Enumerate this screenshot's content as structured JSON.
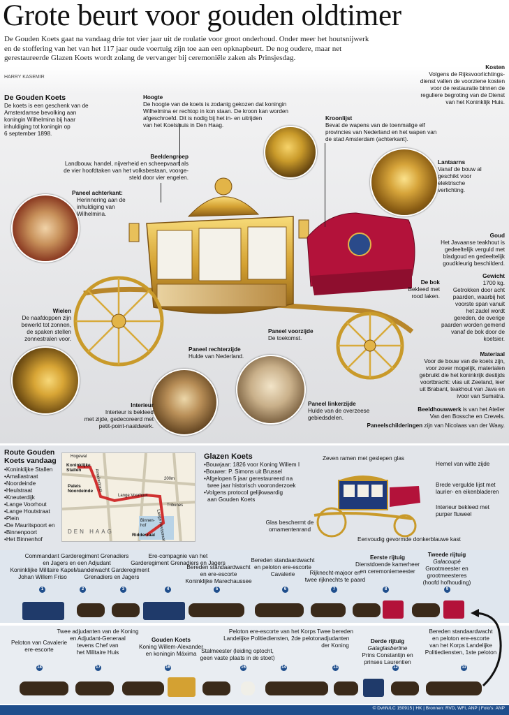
{
  "title": "Grote beurt voor gouden oldtimer",
  "intro": {
    "l1": "De Gouden Koets gaat na vandaag drie tot vier jaar uit de roulatie voor groot onderhoud. Onder meer het houtsnijwerk",
    "l2": "en de stoffering van het  van het 117 jaar oude voertuig zijn toe aan een opknapbeurt. De nog oudere, maar net",
    "l3": "gerestaureerde Glazen Koets wordt zolang de vervanger bij  ceremoniële zaken als Prinsjesdag."
  },
  "author": "HARRY KASEMIR",
  "kosten": {
    "title": "Kosten",
    "l1": "Volgens de Rijksvoorlichtings-",
    "l2": "dienst vallen de voorziene kosten",
    "l3": "voor de restauratie binnen de",
    "l4": "reguliere begroting van de Dienst",
    "l5": "van het Koninklijk Huis."
  },
  "gk": {
    "title": "De Gouden Koets",
    "l1": "De koets is een geschenk van de",
    "l2": "Amsterdamse bevolking aan",
    "l3": "koningin Wilhelmina bij haar",
    "l4": "inhuldiging tot koningin op",
    "l5": "6 september 1898."
  },
  "hoogte": {
    "title": "Hoogte",
    "l1": "De hoogte van de koets is zodanig gekozen dat koningin",
    "l2": "Wilhelmina er rechtop in kon staan. De kroon kan worden",
    "l3": "afgeschroefd.  Dit is nodig bij het in- en uitrijden",
    "l4": "van het Koetshuis in Den Haag."
  },
  "kroonlijst": {
    "title": "Kroonlijst",
    "l1": "Bevat de wapens van de toenmalige elf",
    "l2": "provincies van Nederland en het wapen van",
    "l3": "de stad Amsterdam (achterkant)."
  },
  "beeldengroep": {
    "title": "Beeldengroep",
    "l1": "Landbouw, handel, nijverheid en scheepvaart als",
    "l2": "de vier hoofdtaken van het volksbestaan, voorge-",
    "l3": "steld door vier engelen."
  },
  "lantaarns": {
    "title": "Lantaarns",
    "l1": "Vanaf de bouw al",
    "l2": "geschikt voor",
    "l3": "elektrische",
    "l4": "verlichting."
  },
  "paneel_achter": {
    "title": "Paneel achterkant:",
    "l1": "Herinnering aan de",
    "l2": "inhuldiging van",
    "l3": "Wilhelmina."
  },
  "goud": {
    "title": "Goud",
    "l1": "Het Javaanse teakhout is",
    "l2": "gedeeltelijk verguld met",
    "l3": "bladgoud en gedeeltelijk",
    "l4": "goudkleurig beschilderd."
  },
  "bok": {
    "title": "De bok",
    "l1": "Bekleed met",
    "l2": "rood laken."
  },
  "gewicht": {
    "title": "Gewicht",
    "l1": "1700 kg.",
    "l2": "Getrokken door acht",
    "l3": "paarden, waarbij het",
    "l4": "voorste span vanuit",
    "l5": "het zadel wordt",
    "l6": "gereden, de overige",
    "l7": "paarden worden gemend",
    "l8": "vanaf de bok door de",
    "l9": "koetsier."
  },
  "wielen": {
    "title": "Wielen",
    "l1": "De naafdoppen zijn",
    "l2": "bewerkt tot zonnen,",
    "l3": "de spaken stellen",
    "l4": "zonnestralen voor."
  },
  "paneel_rechts": {
    "title": "Paneel rechterzijde",
    "l1": "Hulde van Nederland."
  },
  "paneel_voor": {
    "title": "Paneel voorzijde",
    "l1": "De toekomst."
  },
  "materiaal": {
    "title": "Materiaal",
    "l1": "Voor de bouw van de koets zijn,",
    "l2": "voor zover mogelijk, materialen",
    "l3": "gebruikt die het koninkrijk destijds",
    "l4": "voortbracht: vlas uit Zeeland, leer",
    "l5": "uit Brabant, teakhout van Java en",
    "l6": "ivoor van Sumatra."
  },
  "interieur": {
    "title": "Interieur",
    "l1": "Interieur is bekleed",
    "l2": "met zijde,  gedecoreerd met",
    "l3": "petit-point-naaldwerk."
  },
  "paneel_links": {
    "title": "Paneel linkerzijde",
    "l1": "Hulde van de overzeese",
    "l2": "gebiedsdelen."
  },
  "beeldhouw": {
    "title": "Beeldhouwwerk",
    "text": " is van het Atelier",
    "l2": "Van den Bossche en Crevels."
  },
  "schilder": {
    "title": "Paneelschilderingen",
    "text": " zijn van Nicolaas van der Waay."
  },
  "route": {
    "title1": "Route Gouden",
    "title2": "Koets vandaag",
    "items": [
      "Koninklijke Stallen",
      "Amaliastraat",
      "Noordeinde",
      "Heulstraat",
      "Kneuterdijk",
      "Lange Voorhout",
      "Lange Houtstraat",
      "Plein",
      "De Mauritspoort en",
      "Binnenpoort",
      "Het Binnenhof"
    ]
  },
  "map": {
    "hogewal": "Hogewal",
    "stallen1": "Koninklijke",
    "stallen2": "Stallen",
    "amalia": "Amaliastraat",
    "paleis1": "Paleis",
    "paleis2": "Noordeinde",
    "scale": "200m",
    "voorhout": "Lange Voorhout",
    "tribunes": "Tribunes",
    "houtstraat": "Lange Houtstraat",
    "binnenhof1": "Binnen-",
    "binnenhof2": "hof",
    "ridderzaal": "Ridderzaal",
    "city": "DEN HAAG"
  },
  "glazen": {
    "title": "Glazen Koets",
    "b1": "•Bouwjaar: 1826 voor Koning Willem I",
    "b2": "•Bouwer: P. Simons uit Brussel",
    "b3": "•Afgelopen 5 jaar gerestaureerd na",
    "b3b": "twee jaar historisch vooronderzoek",
    "b4": "•Volgens protocol gelijkwaardig",
    "b4b": "aan Gouden Koets"
  },
  "glazen_labels": {
    "ramen": "Zeven ramen met geslepen glas",
    "hemel": "Hemel van witte zijde",
    "lijst1": "Brede vergulde lijst met",
    "lijst2": "laurier- en eikenbladeren",
    "int1": "Interieur bekleed met",
    "int2": "purper fluweel",
    "glas1": "Glas beschermt de",
    "glas2": "ornamentenrand",
    "kast": "Eenvoudig gevormde donkerblauwe kast"
  },
  "procession_top": [
    {
      "n": "1",
      "l1": "Koninklijke Militaire Kapel",
      "l2": "Johan Willem Friso"
    },
    {
      "n": "2",
      "l1": "Commandant Garderegiment Grenadiers",
      "l2": "en Jagers en een Adjudant"
    },
    {
      "n": "3",
      "l1": "Vaandelwacht Garderegiment",
      "l2": "Grenadiers en Jagers"
    },
    {
      "n": "4",
      "l1": "Ere-compagnie van het",
      "l2": "Garderegiment Grenadiers en Jagers"
    },
    {
      "n": "5",
      "l1": "Bereden standaardwacht",
      "l2": "en ere-escorte",
      "l3": "Koninklijke Marechaussee"
    },
    {
      "n": "6",
      "l1": "Bereden standaardwacht",
      "l2": "en peloton ere-escorte",
      "l3": "Cavalerie"
    },
    {
      "n": "7",
      "l1": "Rijknecht-majoor en",
      "l2": "twee rijknechts te paard"
    },
    {
      "n": "8",
      "t": "Eerste rijtuig",
      "l1": "Dienstdoende kamerheer",
      "l2": "en ceremoniemeester"
    },
    {
      "n": "9",
      "t": "Tweede rijtuig",
      "i": "Galacoupé",
      "l1": "Grootmeester en",
      "l2": "grootmeesteres",
      "l3": "(hoofd hofhouding)"
    }
  ],
  "procession_bottom": [
    {
      "n": "18",
      "l1": "Peloton van Cavalerie",
      "l2": "ere-escorte"
    },
    {
      "n": "17",
      "l1": "Twee adjudanten van de Koning",
      "l2": "en Adjudant-Generaal",
      "l3": "tevens Chef van",
      "l4": "het Militaire Huis"
    },
    {
      "n": "16",
      "t": "Gouden Koets",
      "l1": "Koning Willem-Alexander",
      "l2": "en koningin Máxima"
    },
    {
      "n": "15",
      "l1": "Stalmeester (leiding optocht,",
      "l2": "geen vaste plaats in de stoet)"
    },
    {
      "n": "14",
      "l1": "Peloton ere-escorte van het  Korps",
      "l2": "Landelijke Politiediensten, 2de peloton"
    },
    {
      "n": "13",
      "l1": "Twee bereden",
      "l2": "adjudanten",
      "l3": "der Koning"
    },
    {
      "n": "12",
      "t": "Derde rijtuig",
      "i": " Galaglasberline",
      "l1": "Prins Constantijn en",
      "l2": "prinses Laurentien"
    },
    {
      "n": "11",
      "l1": "Bereden standaardwacht",
      "l2": "en peloton ere-escorte",
      "l3": "van het Korps Landelijke",
      "l4": "Politiediensten, 1ste peloton"
    }
  ],
  "credit": "© DvhN/LC  150915 | HK | Bronnen: RVD, WFI, ANP | Foto's: ANP",
  "colors": {
    "blue": "#1f4e8c",
    "gold": "#c99a2a",
    "red": "#b3123a",
    "bg_gray": "#e2e3e5",
    "band": "#dfe6ee"
  }
}
